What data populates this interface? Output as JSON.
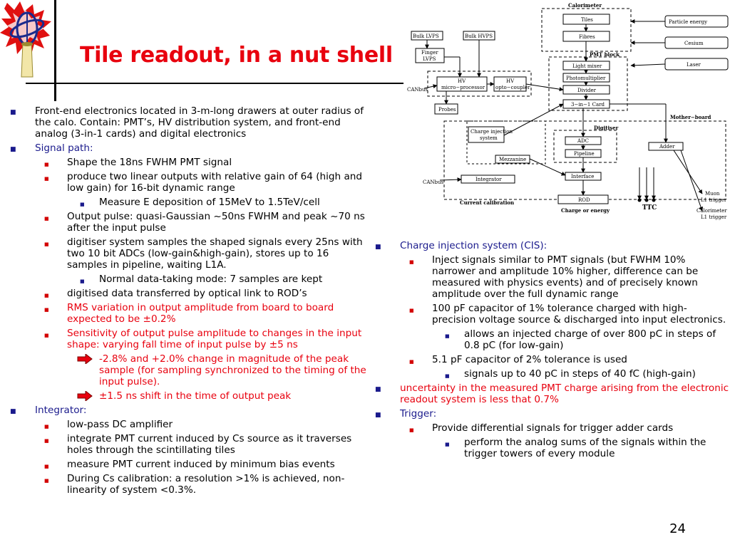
{
  "slide": {
    "title": "Tile readout, in a nut shell",
    "page_number": "24"
  },
  "diagram": {
    "calorimeter": "Calorimeter",
    "tiles": "Tiles",
    "fibres": "Fibres",
    "particle_energy": "Particle energy",
    "cesium": "Cesium",
    "laser": "Laser",
    "pmt_block": "PMT block",
    "light_mixer": "Light mixer",
    "photomultiplier": "Photomultiplier",
    "divider": "Divider",
    "three_in_one": "3−in−1 Card",
    "bulk_lvps": "Bulk LVPS",
    "bulk_hvps": "Bulk HVPS",
    "finger_lvps_1": "Finger",
    "finger_lvps_2": "LVPS",
    "hv_micro_1": "HV",
    "hv_micro_2": "micro−processor",
    "hv_opto_1": "HV",
    "hv_opto_2": "opto−coupler",
    "canbus_top": "CANbus",
    "probes": "Probes",
    "mother_board": "Mother−board",
    "digitiser": "Digitiser",
    "cis_1": "Charge injection",
    "cis_2": "system",
    "adc": "ADC",
    "pipeline": "Pipeline",
    "adder": "Adder",
    "mezzanine": "Mezzanine",
    "interface": "Interface",
    "integrator": "Integrator",
    "canbus_bottom": "CANbus",
    "rod": "ROD",
    "current_calibration": "Current calibration",
    "charge_or_energy": "Charge or energy",
    "ttc": "TTC",
    "muon_1": "Muon",
    "muon_2": "L1 trigger",
    "calo_1": "Calorimeter",
    "calo_2": "L1 trigger"
  },
  "left_column": [
    {
      "level": 1,
      "color": "black",
      "text": "Front-end electronics located in 3-m-long drawers at outer radius of the calo. Contain: PMT’s, HV distribution system, and front-end analog (3-in-1 cards) and digital electronics"
    },
    {
      "level": 1,
      "color": "blue",
      "text": "Signal path:"
    },
    {
      "level": 2,
      "color": "black",
      "text": "Shape the 18ns FWHM PMT signal"
    },
    {
      "level": 2,
      "color": "black",
      "text": "produce two linear outputs with relative gain of 64 (high and low gain) for 16-bit dynamic range"
    },
    {
      "level": 3,
      "color": "black",
      "text": "Measure E deposition of 15MeV to 1.5TeV/cell"
    },
    {
      "level": 2,
      "color": "black",
      "text": "Output pulse: quasi-Gaussian ~50ns FWHM and peak ~70 ns after the input pulse"
    },
    {
      "level": 2,
      "color": "black",
      "text": "digitiser system samples the shaped signals every 25ns with two 10 bit ADCs (low-gain&high-gain), stores up to 16 samples in pipeline, waiting L1A."
    },
    {
      "level": 3,
      "color": "black",
      "text": "Normal data-taking mode: 7 samples are kept"
    },
    {
      "level": 2,
      "color": "black",
      "text": "digitised data transferred by optical link to ROD’s"
    },
    {
      "level": 2,
      "color": "red",
      "text": "RMS variation in output amplitude from board to board expected to be ±0.2%"
    },
    {
      "level": 2,
      "color": "red",
      "text": "Sensitivity of output pulse amplitude to changes in the input shape: varying fall time of input pulse by ±5 ns"
    },
    {
      "level": 3,
      "color": "red",
      "arrow": true,
      "text": "-2.8% and +2.0% change in magnitude of the peak sample (for sampling synchronized to the timing of the input pulse)."
    },
    {
      "level": 3,
      "color": "red",
      "arrow": true,
      "text": "±1.5 ns shift in the time of output peak"
    },
    {
      "level": 1,
      "color": "blue",
      "text": "Integrator:"
    },
    {
      "level": 2,
      "color": "black",
      "text": "low-pass DC amplifier"
    },
    {
      "level": 2,
      "color": "black",
      "text": "integrate PMT current induced by Cs source as it traverses holes through the scintillating tiles"
    },
    {
      "level": 2,
      "color": "black",
      "text": "measure PMT current induced by minimum bias events"
    },
    {
      "level": 2,
      "color": "black",
      "text": "During Cs calibration: a resolution >1% is achieved, non-linearity of system <0.3%."
    }
  ],
  "right_column": [
    {
      "level": 1,
      "color": "blue",
      "text": "Charge injection system (CIS):"
    },
    {
      "level": 2,
      "color": "black",
      "text": "Inject signals similar to PMT signals (but FWHM 10% narrower and amplitude 10% higher, difference can be measured with physics events) and of precisely known amplitude over the full dynamic range"
    },
    {
      "level": 2,
      "color": "black",
      "text": "100 pF capacitor of 1% tolerance charged with high-precision voltage source & discharged into input electronics."
    },
    {
      "level": 3,
      "color": "black",
      "text": "allows an injected charge of over 800 pC in steps of 0.8 pC (for low-gain)"
    },
    {
      "level": 2,
      "color": "black",
      "text": " 5.1 pF capacitor of 2% tolerance is used"
    },
    {
      "level": 3,
      "color": "black",
      "text": "signals up to 40 pC in steps of 40 fC (high-gain)"
    },
    {
      "level": 1,
      "color": "red",
      "text": "uncertainty in the measured PMT charge arising from the electronic readout system is less that 0.7%"
    },
    {
      "level": 1,
      "color": "blue",
      "text": "Trigger:"
    },
    {
      "level": 2,
      "color": "black",
      "text": " Provide differential signals for trigger adder cards"
    },
    {
      "level": 3,
      "color": "black",
      "text": "perform the analog sums of the signals within the trigger towers of every module"
    }
  ]
}
